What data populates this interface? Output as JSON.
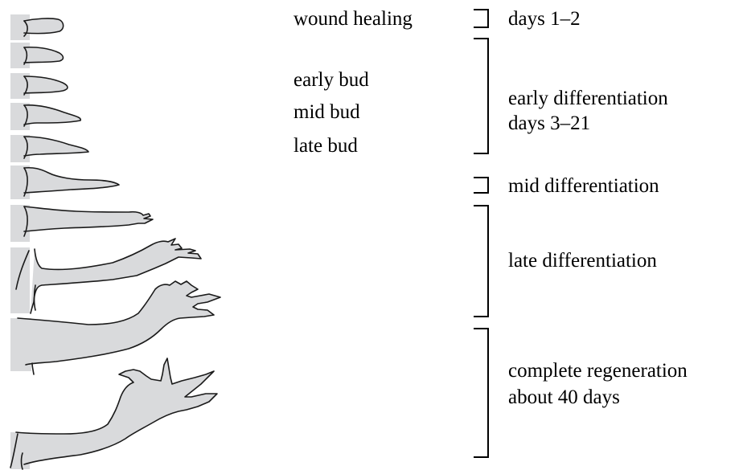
{
  "stage_labels": {
    "wound_healing": "wound healing",
    "early_bud": "early bud",
    "mid_bud": "mid bud",
    "late_bud": "late bud"
  },
  "phases": {
    "days_1_2": "days 1–2",
    "early_differentiation": "early differentiation",
    "days_3_21": "days 3–21",
    "mid_differentiation": "mid differentiation",
    "late_differentiation": "late differentiation",
    "complete_regeneration": "complete regeneration",
    "about_40_days": "about 40 days"
  },
  "colors": {
    "limb_fill": "#d9dadc",
    "outline": "#1a1a1a",
    "text": "#000000"
  }
}
